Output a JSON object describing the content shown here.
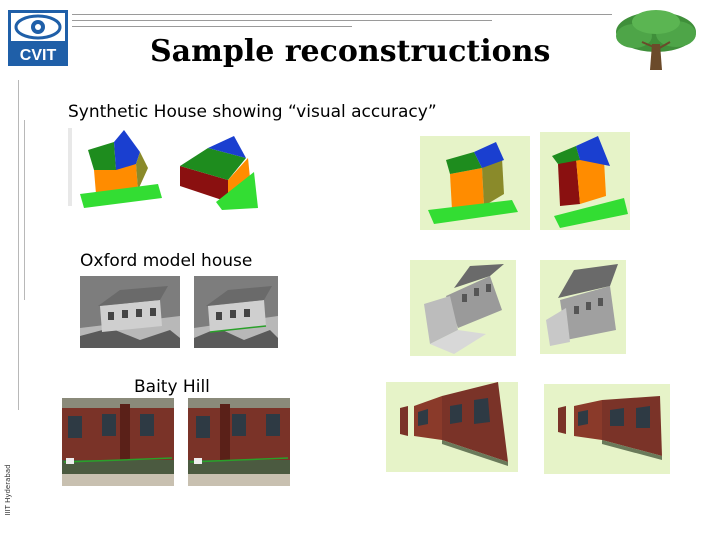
{
  "header": {
    "logo_text": "CVIT",
    "title": "Sample reconstructions"
  },
  "sections": {
    "synthetic": {
      "label": "Synthetic House showing “visual accuracy”"
    },
    "oxford": {
      "label": "Oxford model house"
    },
    "baity": {
      "label": "Baity Hill"
    }
  },
  "footer": {
    "side_text": "IIIT Hyderabad"
  },
  "colors": {
    "reconstruction_bg": "#e6f3c8",
    "roof_blue": "#1a3fd0",
    "roof_green": "#1e8c1e",
    "wall_orange": "#ff8c00",
    "ground_green": "#33dd33",
    "brick": "#8a3a2a"
  },
  "icons": {
    "logo": "cvit-eye-logo",
    "tree": "tree-icon"
  }
}
